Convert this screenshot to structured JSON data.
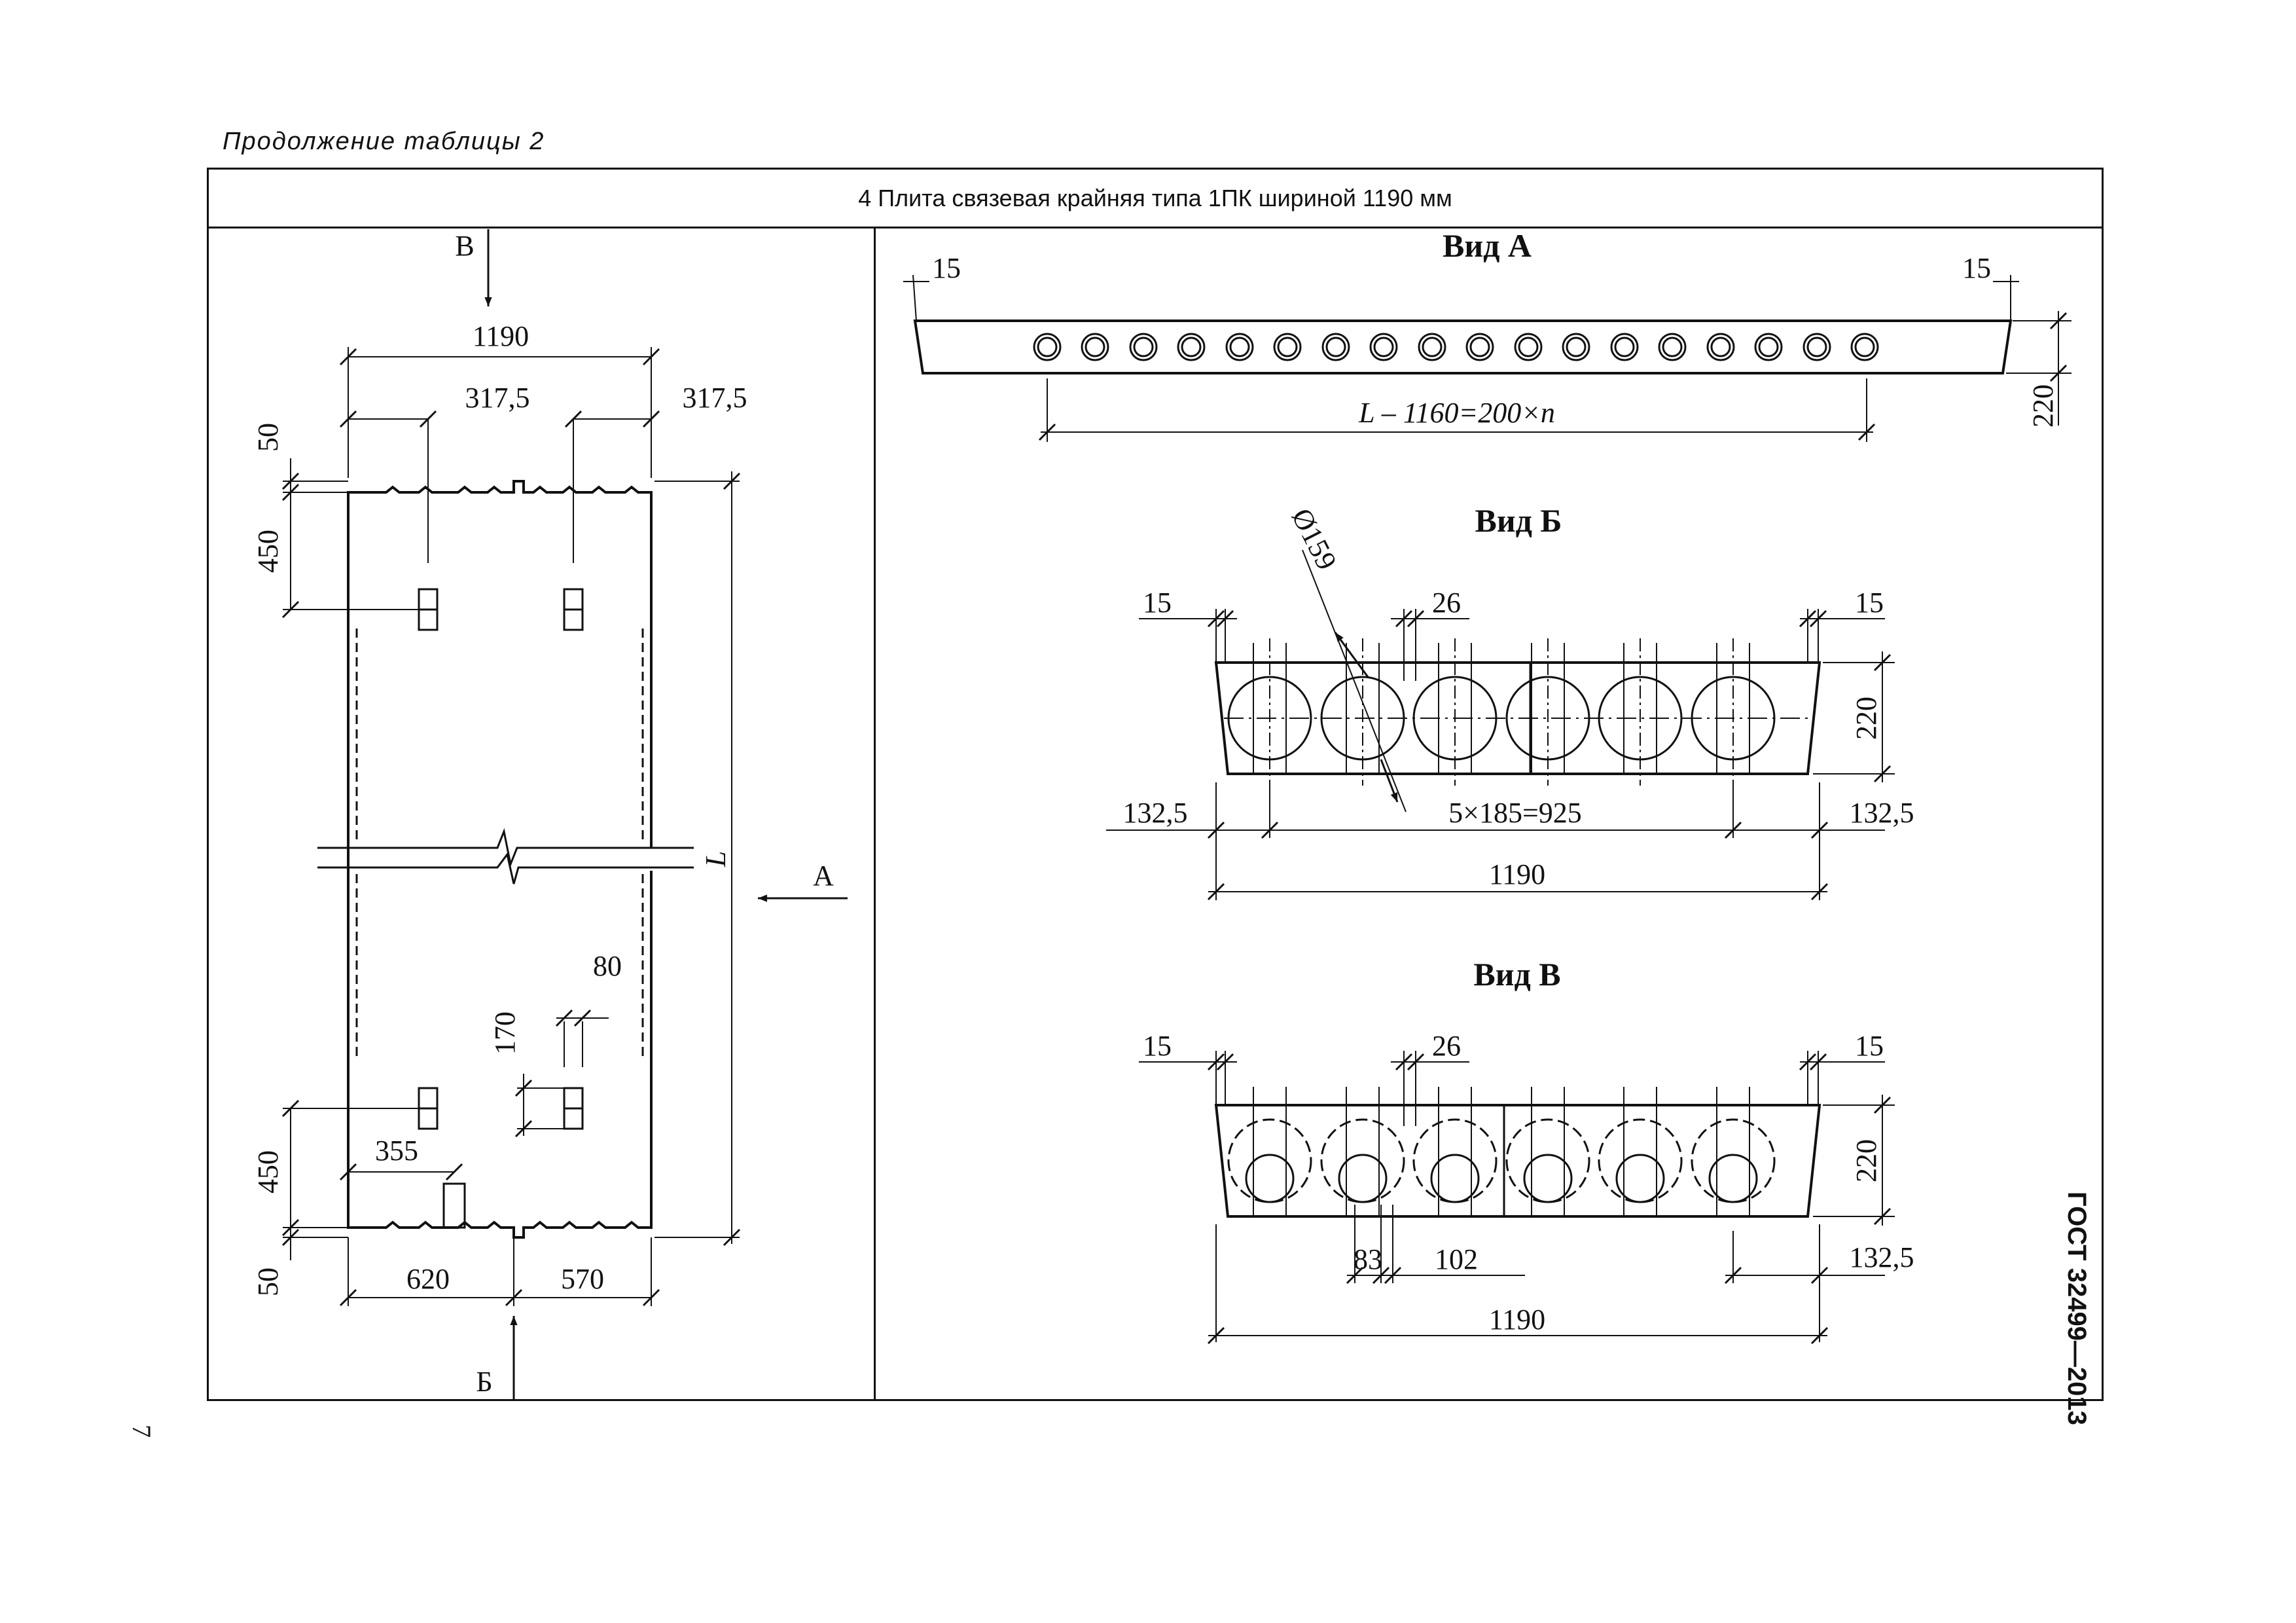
{
  "caption": "Продолжение таблицы 2",
  "table": {
    "title": "4 Плита связевая крайняя типа 1ПК шириной 1190 мм"
  },
  "plan": {
    "arrow_top": "В",
    "arrow_bottom": "Б",
    "arrow_side": "А",
    "length_label": "L",
    "dim_width": "1190",
    "dim_317_left": "317,5",
    "dim_317_right": "317,5",
    "dim_50_top": "50",
    "dim_450_top": "450",
    "dim_450_bottom": "450",
    "dim_50_bottom": "50",
    "dim_80": "80",
    "dim_170": "170",
    "dim_355": "355",
    "dim_620": "620",
    "dim_570": "570"
  },
  "view_a": {
    "title": "Вид А",
    "dim_15_left": "15",
    "dim_15_right": "15",
    "dim_220": "220",
    "dim_length": "L – 1160=200×n"
  },
  "view_b": {
    "title": "Вид Б",
    "dim_diameter": "Ø159",
    "dim_15_left": "15",
    "dim_26": "26",
    "dim_15_right": "15",
    "dim_220": "220",
    "dim_132_left": "132,5",
    "dim_925": "5×185=925",
    "dim_132_right": "132,5",
    "dim_1190": "1190"
  },
  "view_v": {
    "title": "Вид В",
    "dim_15_left": "15",
    "dim_26": "26",
    "dim_15_right": "15",
    "dim_220": "220",
    "dim_83": "83",
    "dim_102": "102",
    "dim_132_right": "132,5",
    "dim_1190": "1190"
  },
  "standard": "ГОСТ 32499—2013",
  "page_number": "7"
}
